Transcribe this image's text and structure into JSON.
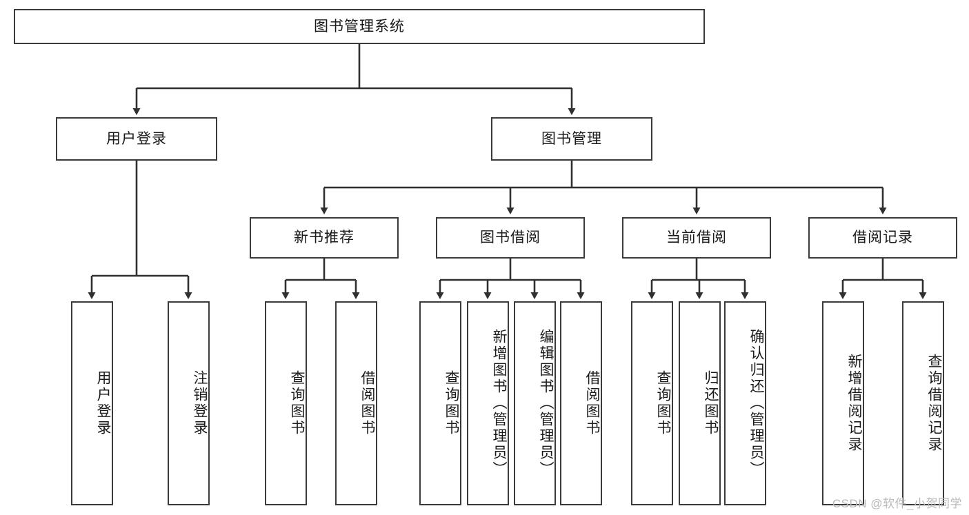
{
  "diagram": {
    "title": "图书管理系统",
    "type": "tree-hierarchy",
    "watermark": "CSDN @软件_小贺同学",
    "colors": {
      "border": "#3a3a3a",
      "text": "#1b1b1b",
      "background": "#ffffff",
      "watermark": "#b9b9b9"
    },
    "level1": {
      "label": "图书管理系统"
    },
    "level2": [
      {
        "id": "user-login",
        "label": "用户登录"
      },
      {
        "id": "book-manage",
        "label": "图书管理"
      }
    ],
    "level3": [
      {
        "id": "new-book-recommend",
        "label": "新书推荐"
      },
      {
        "id": "book-borrow",
        "label": "图书借阅"
      },
      {
        "id": "current-borrow",
        "label": "当前借阅"
      },
      {
        "id": "borrow-record",
        "label": "借阅记录"
      }
    ],
    "leaves": {
      "user_login": [
        {
          "id": "leaf-user-login",
          "label": "用户登录"
        },
        {
          "id": "leaf-logout-login",
          "label": "注销登录"
        }
      ],
      "new_book_recommend": [
        {
          "id": "leaf-query-book-1",
          "label": "查询图书"
        },
        {
          "id": "leaf-borrow-book-1",
          "label": "借阅图书"
        }
      ],
      "book_borrow": [
        {
          "id": "leaf-query-book-2",
          "label": "查询图书"
        },
        {
          "id": "leaf-add-book",
          "label": "新增图书（管理员）"
        },
        {
          "id": "leaf-edit-book",
          "label": "编辑图书（管理员）"
        },
        {
          "id": "leaf-borrow-book-2",
          "label": "借阅图书"
        }
      ],
      "current_borrow": [
        {
          "id": "leaf-query-book-3",
          "label": "查询图书"
        },
        {
          "id": "leaf-return-book",
          "label": "归还图书"
        },
        {
          "id": "leaf-confirm-return",
          "label": "确认归还（管理员）"
        }
      ],
      "borrow_record": [
        {
          "id": "leaf-add-record",
          "label": "新增借阅记录"
        },
        {
          "id": "leaf-query-record",
          "label": "查询借阅记录"
        }
      ]
    }
  }
}
